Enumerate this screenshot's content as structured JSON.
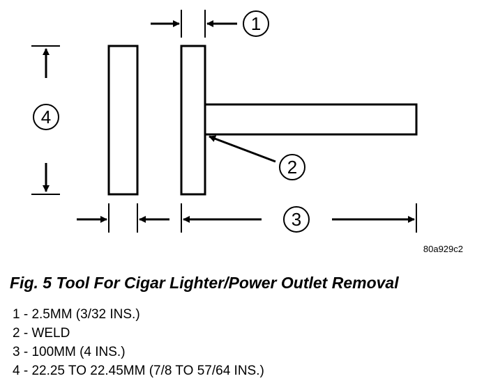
{
  "diagram": {
    "callouts": [
      "1",
      "2",
      "3",
      "4"
    ],
    "figure_id": "80a929c2"
  },
  "caption": "Fig. 5 Tool For Cigar Lighter/Power Outlet Removal",
  "legend": [
    "1 - 2.5MM (3/32 INS.)",
    "2 - WELD",
    "3 - 100MM (4 INS.)",
    "4 - 22.25 TO 22.45MM (7/8 TO 57/64 INS.)"
  ]
}
